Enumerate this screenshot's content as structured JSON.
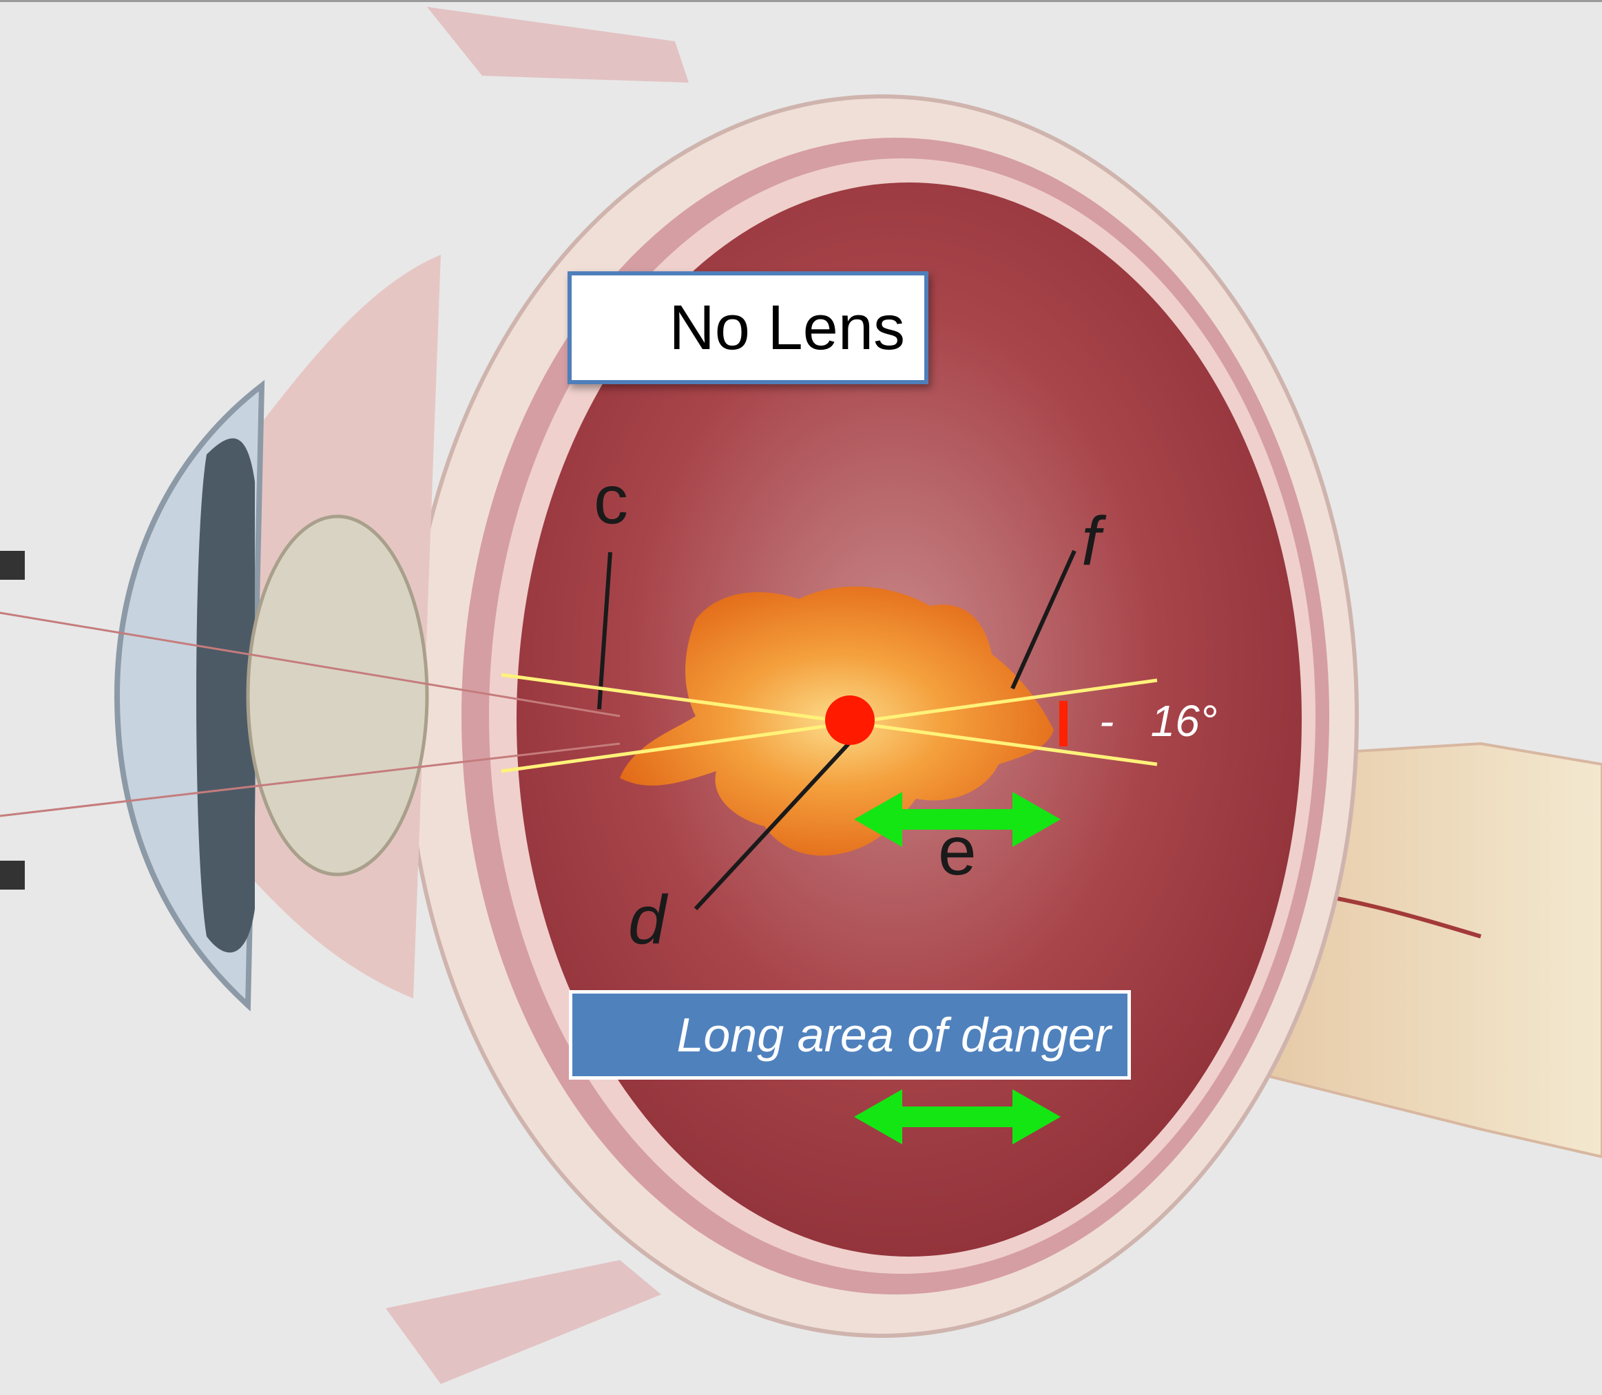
{
  "colors": {
    "background": "#e8e8e8",
    "sclera": "#f0dfd7",
    "choroid": "#cf8e96",
    "vitreous": "#a33f46",
    "lens": "#d9d3c3",
    "cornea": "#b9c9d8",
    "iris": "#4c5a66",
    "optic_nerve": "#efe3c6",
    "yellow_lines": "#fff27a",
    "focal_point": "#ff1a00",
    "arrows": "#14e614",
    "tag_border": "#4f7fba",
    "danger_fill": "#4f81bd",
    "fire": "#f08c1c"
  },
  "title_tag": {
    "text": "No Lens"
  },
  "danger_tag": {
    "text": "Long area of danger"
  },
  "angle": {
    "dash": "-",
    "value": "16°"
  },
  "labels": {
    "c": "c",
    "d": "d",
    "e": "e",
    "f": "f"
  },
  "icons": {
    "focal_point": "red-dot-icon",
    "arrow_top": "double-arrow-icon",
    "arrow_bottom": "double-arrow-icon",
    "explosion": "fire-burst-icon"
  }
}
